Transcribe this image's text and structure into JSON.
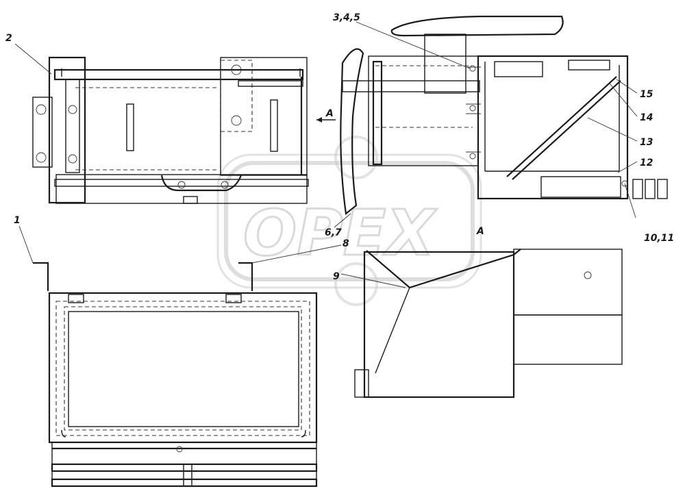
{
  "watermark": "OPEX",
  "view_arrow_label": "A",
  "view_title": "A",
  "callouts": {
    "c1": "1",
    "c2": "2",
    "c345": "3,4,5",
    "c67": "6,7",
    "c8": "8",
    "c9": "9",
    "c1011": "10,11",
    "c12": "12",
    "c13": "13",
    "c14": "14",
    "c15": "15"
  },
  "colors": {
    "ink": "#1a1a1a",
    "watermark": "#bdbdbd",
    "paper": "#ffffff"
  }
}
